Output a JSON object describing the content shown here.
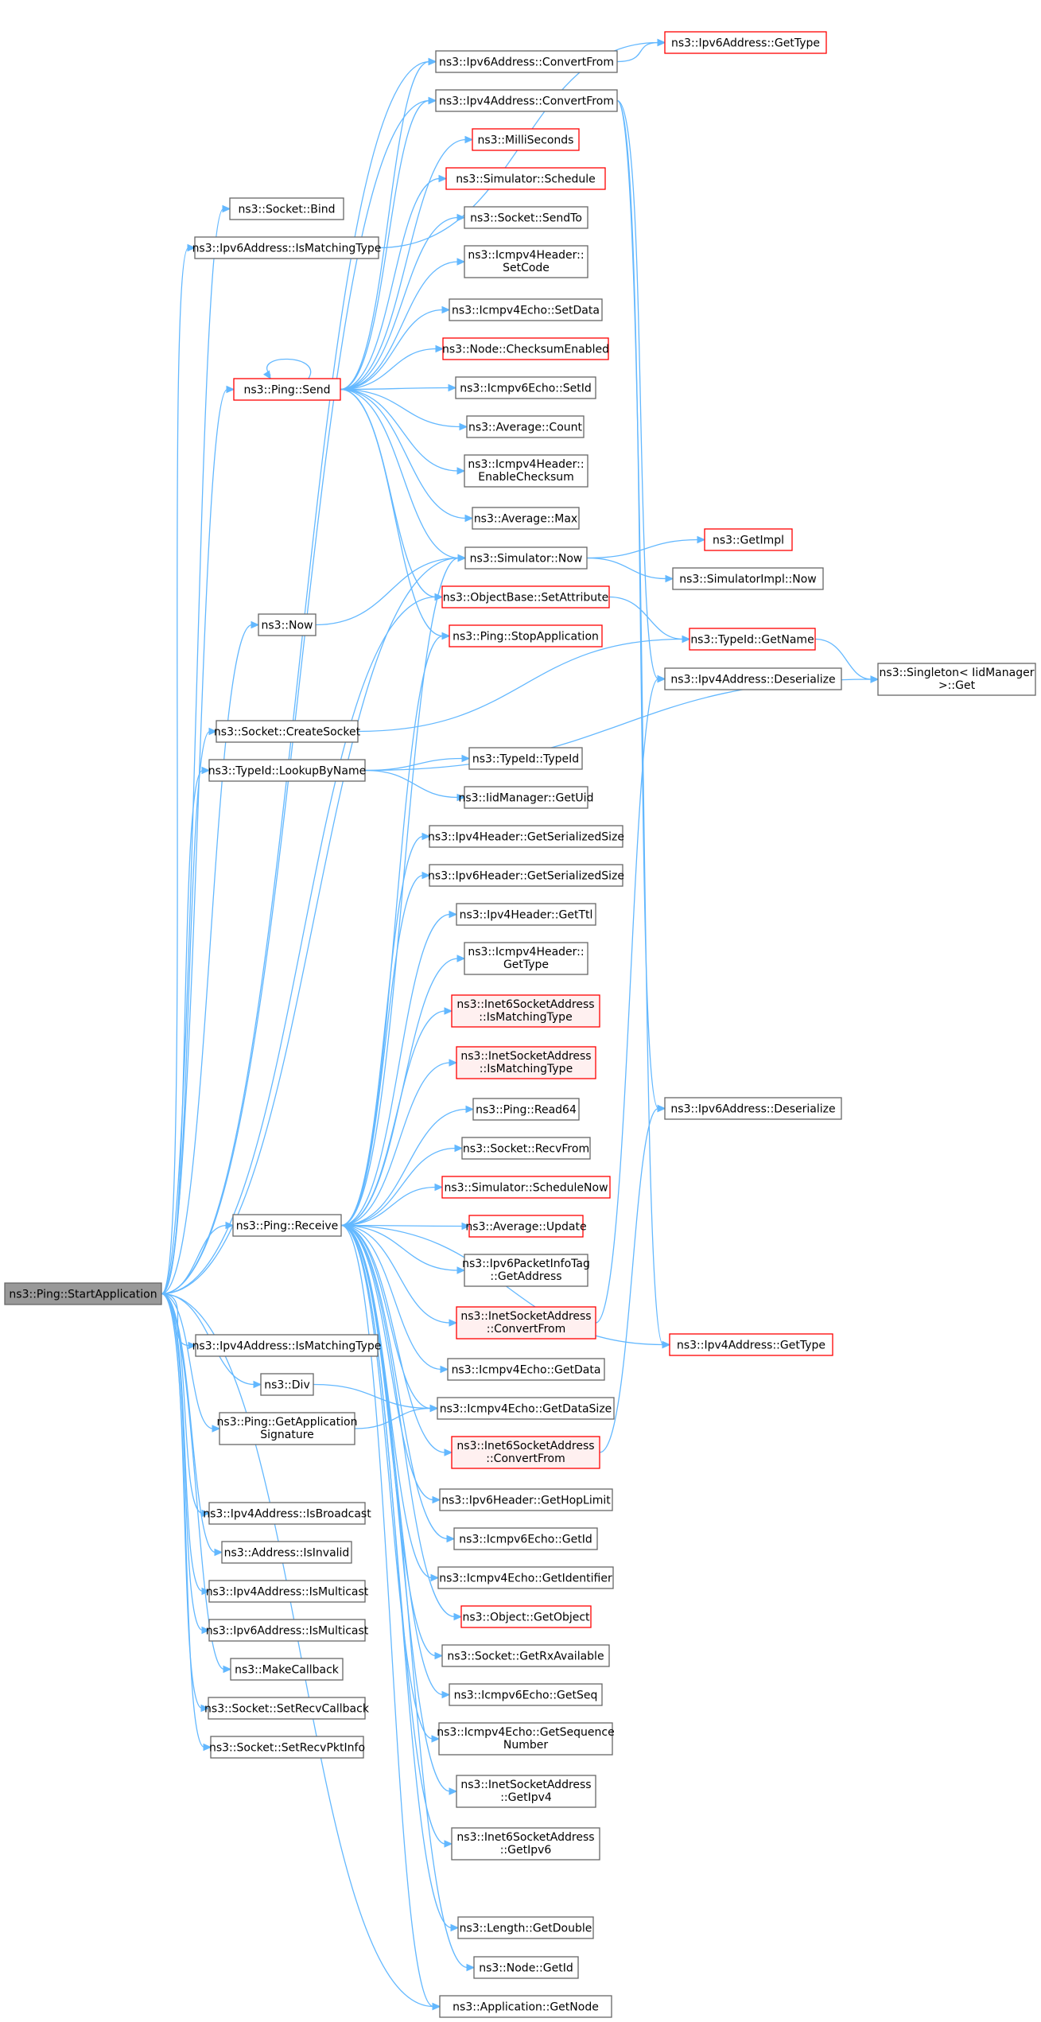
{
  "colors": {
    "edge": "#63b8ff",
    "box_fill": "#ffffff",
    "box_stroke": "#666666",
    "box_stroke_red": "#ff0000",
    "box_fill_pink": "#fff0f0",
    "root_fill": "#999999",
    "root_stroke": "#666666"
  },
  "nodes": [
    {
      "id": "root",
      "lines": [
        "ns3::Ping::StartApplication"
      ],
      "style": "root"
    },
    {
      "id": "socket_bind",
      "lines": [
        "ns3::Socket::Bind"
      ],
      "style": "normal"
    },
    {
      "id": "ipv6addr_ismatch",
      "lines": [
        "ns3::Ipv6Address::IsMatchingType"
      ],
      "style": "normal"
    },
    {
      "id": "ping_send",
      "lines": [
        "ns3::Ping::Send"
      ],
      "style": "red"
    },
    {
      "id": "ns3_now",
      "lines": [
        "ns3::Now"
      ],
      "style": "normal"
    },
    {
      "id": "socket_create",
      "lines": [
        "ns3::Socket::CreateSocket"
      ],
      "style": "normal"
    },
    {
      "id": "typeid_lookup",
      "lines": [
        "ns3::TypeId::LookupByName"
      ],
      "style": "normal"
    },
    {
      "id": "ping_receive",
      "lines": [
        "ns3::Ping::Receive"
      ],
      "style": "normal"
    },
    {
      "id": "ipv4addr_ismatch",
      "lines": [
        "ns3::Ipv4Address::IsMatchingType"
      ],
      "style": "normal"
    },
    {
      "id": "ns3_div",
      "lines": [
        "ns3::Div"
      ],
      "style": "normal"
    },
    {
      "id": "ping_getappsig",
      "lines": [
        "ns3::Ping::GetApplication",
        "Signature"
      ],
      "style": "normal"
    },
    {
      "id": "ipv4addr_isbroadcast",
      "lines": [
        "ns3::Ipv4Address::IsBroadcast"
      ],
      "style": "normal"
    },
    {
      "id": "address_isinvalid",
      "lines": [
        "ns3::Address::IsInvalid"
      ],
      "style": "normal"
    },
    {
      "id": "ipv4addr_ismulticast",
      "lines": [
        "ns3::Ipv4Address::IsMulticast"
      ],
      "style": "normal"
    },
    {
      "id": "ipv6addr_ismulticast",
      "lines": [
        "ns3::Ipv6Address::IsMulticast"
      ],
      "style": "normal"
    },
    {
      "id": "make_callback",
      "lines": [
        "ns3::MakeCallback"
      ],
      "style": "normal"
    },
    {
      "id": "socket_setrecvcb",
      "lines": [
        "ns3::Socket::SetRecvCallback"
      ],
      "style": "normal"
    },
    {
      "id": "socket_setrecvpkt",
      "lines": [
        "ns3::Socket::SetRecvPktInfo"
      ],
      "style": "normal"
    },
    {
      "id": "ipv6addr_convertfrom",
      "lines": [
        "ns3::Ipv6Address::ConvertFrom"
      ],
      "style": "normal"
    },
    {
      "id": "ipv4addr_convertfrom",
      "lines": [
        "ns3::Ipv4Address::ConvertFrom"
      ],
      "style": "normal"
    },
    {
      "id": "milliseconds",
      "lines": [
        "ns3::MilliSeconds"
      ],
      "style": "red"
    },
    {
      "id": "sim_schedule",
      "lines": [
        "ns3::Simulator::Schedule"
      ],
      "style": "red"
    },
    {
      "id": "socket_sendto",
      "lines": [
        "ns3::Socket::SendTo"
      ],
      "style": "normal"
    },
    {
      "id": "icmpv4hdr_setcode",
      "lines": [
        "ns3::Icmpv4Header::",
        "SetCode"
      ],
      "style": "normal"
    },
    {
      "id": "icmpv4echo_setdata",
      "lines": [
        "ns3::Icmpv4Echo::SetData"
      ],
      "style": "normal"
    },
    {
      "id": "node_checksum",
      "lines": [
        "ns3::Node::ChecksumEnabled"
      ],
      "style": "red"
    },
    {
      "id": "icmpv6echo_setid",
      "lines": [
        "ns3::Icmpv6Echo::SetId"
      ],
      "style": "normal"
    },
    {
      "id": "average_count",
      "lines": [
        "ns3::Average::Count"
      ],
      "style": "normal"
    },
    {
      "id": "icmpv4hdr_enablechk",
      "lines": [
        "ns3::Icmpv4Header::",
        "EnableChecksum"
      ],
      "style": "normal"
    },
    {
      "id": "average_max",
      "lines": [
        "ns3::Average::Max"
      ],
      "style": "normal"
    },
    {
      "id": "sim_now",
      "lines": [
        "ns3::Simulator::Now"
      ],
      "style": "normal"
    },
    {
      "id": "objbase_setattr",
      "lines": [
        "ns3::ObjectBase::SetAttribute"
      ],
      "style": "red"
    },
    {
      "id": "ping_stopapp",
      "lines": [
        "ns3::Ping::StopApplication"
      ],
      "style": "red"
    },
    {
      "id": "typeid_typeid",
      "lines": [
        "ns3::TypeId::TypeId"
      ],
      "style": "normal"
    },
    {
      "id": "iidmgr_getuid",
      "lines": [
        "ns3::IidManager::GetUid"
      ],
      "style": "normal"
    },
    {
      "id": "ipv4hdr_getsersize",
      "lines": [
        "ns3::Ipv4Header::GetSerializedSize"
      ],
      "style": "normal"
    },
    {
      "id": "ipv6hdr_getsersize",
      "lines": [
        "ns3::Ipv6Header::GetSerializedSize"
      ],
      "style": "normal"
    },
    {
      "id": "ipv4hdr_getttl",
      "lines": [
        "ns3::Ipv4Header::GetTtl"
      ],
      "style": "normal"
    },
    {
      "id": "icmpv4hdr_gettype",
      "lines": [
        "ns3::Icmpv4Header::",
        "GetType"
      ],
      "style": "normal"
    },
    {
      "id": "inet6sock_ismatch",
      "lines": [
        "ns3::Inet6SocketAddress",
        "::IsMatchingType"
      ],
      "style": "pink"
    },
    {
      "id": "inetsock_ismatch",
      "lines": [
        "ns3::InetSocketAddress",
        "::IsMatchingType"
      ],
      "style": "pink"
    },
    {
      "id": "ping_read64",
      "lines": [
        "ns3::Ping::Read64"
      ],
      "style": "normal"
    },
    {
      "id": "socket_recvfrom",
      "lines": [
        "ns3::Socket::RecvFrom"
      ],
      "style": "normal"
    },
    {
      "id": "sim_schedulenow",
      "lines": [
        "ns3::Simulator::ScheduleNow"
      ],
      "style": "red"
    },
    {
      "id": "average_update",
      "lines": [
        "ns3::Average::Update"
      ],
      "style": "red"
    },
    {
      "id": "ipv6pkt_getaddr",
      "lines": [
        "ns3::Ipv6PacketInfoTag",
        "::GetAddress"
      ],
      "style": "normal"
    },
    {
      "id": "inetsock_convertfrom",
      "lines": [
        "ns3::InetSocketAddress",
        "::ConvertFrom"
      ],
      "style": "pink"
    },
    {
      "id": "icmpv4echo_getdata",
      "lines": [
        "ns3::Icmpv4Echo::GetData"
      ],
      "style": "normal"
    },
    {
      "id": "icmpv4echo_getdatasize",
      "lines": [
        "ns3::Icmpv4Echo::GetDataSize"
      ],
      "style": "normal"
    },
    {
      "id": "inet6sock_convertfrom",
      "lines": [
        "ns3::Inet6SocketAddress",
        "::ConvertFrom"
      ],
      "style": "pink"
    },
    {
      "id": "ipv6hdr_gethoplimit",
      "lines": [
        "ns3::Ipv6Header::GetHopLimit"
      ],
      "style": "normal"
    },
    {
      "id": "icmpv6echo_getid",
      "lines": [
        "ns3::Icmpv6Echo::GetId"
      ],
      "style": "normal"
    },
    {
      "id": "icmpv4echo_getident",
      "lines": [
        "ns3::Icmpv4Echo::GetIdentifier"
      ],
      "style": "normal"
    },
    {
      "id": "object_getobject",
      "lines": [
        "ns3::Object::GetObject"
      ],
      "style": "red"
    },
    {
      "id": "socket_getrxavail",
      "lines": [
        "ns3::Socket::GetRxAvailable"
      ],
      "style": "normal"
    },
    {
      "id": "icmpv6echo_getseq",
      "lines": [
        "ns3::Icmpv6Echo::GetSeq"
      ],
      "style": "normal"
    },
    {
      "id": "icmpv4echo_getseqnum",
      "lines": [
        "ns3::Icmpv4Echo::GetSequence",
        "Number"
      ],
      "style": "normal"
    },
    {
      "id": "inetsock_getipv4",
      "lines": [
        "ns3::InetSocketAddress",
        "::GetIpv4"
      ],
      "style": "normal"
    },
    {
      "id": "inet6sock_getipv6",
      "lines": [
        "ns3::Inet6SocketAddress",
        "::GetIpv6"
      ],
      "style": "normal"
    },
    {
      "id": "length_getdouble",
      "lines": [
        "ns3::Length::GetDouble"
      ],
      "style": "normal"
    },
    {
      "id": "node_getid",
      "lines": [
        "ns3::Node::GetId"
      ],
      "style": "normal"
    },
    {
      "id": "app_getnode",
      "lines": [
        "ns3::Application::GetNode"
      ],
      "style": "normal"
    },
    {
      "id": "ipv6addr_gettype",
      "lines": [
        "ns3::Ipv6Address::GetType"
      ],
      "style": "red"
    },
    {
      "id": "getimpl",
      "lines": [
        "ns3::GetImpl"
      ],
      "style": "red"
    },
    {
      "id": "simimpl_now",
      "lines": [
        "ns3::SimulatorImpl::Now"
      ],
      "style": "normal"
    },
    {
      "id": "typeid_getname",
      "lines": [
        "ns3::TypeId::GetName"
      ],
      "style": "red"
    },
    {
      "id": "ipv4addr_deserialize",
      "lines": [
        "ns3::Ipv4Address::Deserialize"
      ],
      "style": "normal"
    },
    {
      "id": "ipv6addr_deserialize",
      "lines": [
        "ns3::Ipv6Address::Deserialize"
      ],
      "style": "normal"
    },
    {
      "id": "ipv4addr_gettype",
      "lines": [
        "ns3::Ipv4Address::GetType"
      ],
      "style": "red"
    },
    {
      "id": "singleton_get",
      "lines": [
        "ns3::Singleton< IidManager",
        " >::Get"
      ],
      "style": "normal"
    }
  ],
  "edges": [
    [
      "root",
      "socket_bind"
    ],
    [
      "root",
      "ipv6addr_ismatch"
    ],
    [
      "root",
      "ping_send"
    ],
    [
      "root",
      "ns3_now"
    ],
    [
      "root",
      "socket_create"
    ],
    [
      "root",
      "typeid_lookup"
    ],
    [
      "root",
      "ping_receive"
    ],
    [
      "root",
      "ipv4addr_ismatch"
    ],
    [
      "root",
      "ns3_div"
    ],
    [
      "root",
      "ping_getappsig"
    ],
    [
      "root",
      "ipv4addr_isbroadcast"
    ],
    [
      "root",
      "address_isinvalid"
    ],
    [
      "root",
      "ipv4addr_ismulticast"
    ],
    [
      "root",
      "ipv6addr_ismulticast"
    ],
    [
      "root",
      "make_callback"
    ],
    [
      "root",
      "socket_setrecvcb"
    ],
    [
      "root",
      "socket_setrecvpkt"
    ],
    [
      "root",
      "ipv6addr_convertfrom"
    ],
    [
      "root",
      "ipv4addr_convertfrom"
    ],
    [
      "root",
      "sim_now"
    ],
    [
      "root",
      "objbase_setattr"
    ],
    [
      "root",
      "app_getnode"
    ],
    [
      "ping_send",
      "ping_send"
    ],
    [
      "ping_send",
      "ipv6addr_convertfrom"
    ],
    [
      "ping_send",
      "ipv4addr_convertfrom"
    ],
    [
      "ping_send",
      "milliseconds"
    ],
    [
      "ping_send",
      "sim_schedule"
    ],
    [
      "ping_send",
      "socket_sendto"
    ],
    [
      "ping_send",
      "icmpv4hdr_setcode"
    ],
    [
      "ping_send",
      "icmpv4echo_setdata"
    ],
    [
      "ping_send",
      "node_checksum"
    ],
    [
      "ping_send",
      "icmpv6echo_setid"
    ],
    [
      "ping_send",
      "average_count"
    ],
    [
      "ping_send",
      "icmpv4hdr_enablechk"
    ],
    [
      "ping_send",
      "average_max"
    ],
    [
      "ping_send",
      "sim_now"
    ],
    [
      "ping_send",
      "objbase_setattr"
    ],
    [
      "ping_send",
      "ping_stopapp"
    ],
    [
      "ns3_now",
      "sim_now"
    ],
    [
      "socket_create",
      "typeid_getname"
    ],
    [
      "typeid_lookup",
      "typeid_typeid"
    ],
    [
      "typeid_lookup",
      "iidmgr_getuid"
    ],
    [
      "typeid_lookup",
      "singleton_get"
    ],
    [
      "ping_receive",
      "ping_stopapp"
    ],
    [
      "ping_receive",
      "sim_now"
    ],
    [
      "ping_receive",
      "ipv4hdr_getsersize"
    ],
    [
      "ping_receive",
      "ipv6hdr_getsersize"
    ],
    [
      "ping_receive",
      "ipv4hdr_getttl"
    ],
    [
      "ping_receive",
      "icmpv4hdr_gettype"
    ],
    [
      "ping_receive",
      "inet6sock_ismatch"
    ],
    [
      "ping_receive",
      "inetsock_ismatch"
    ],
    [
      "ping_receive",
      "ping_read64"
    ],
    [
      "ping_receive",
      "socket_recvfrom"
    ],
    [
      "ping_receive",
      "sim_schedulenow"
    ],
    [
      "ping_receive",
      "average_update"
    ],
    [
      "ping_receive",
      "ipv6pkt_getaddr"
    ],
    [
      "ping_receive",
      "inetsock_convertfrom"
    ],
    [
      "ping_receive",
      "icmpv4echo_getdata"
    ],
    [
      "ping_receive",
      "icmpv4echo_getdatasize"
    ],
    [
      "ping_receive",
      "inet6sock_convertfrom"
    ],
    [
      "ping_receive",
      "ipv6hdr_gethoplimit"
    ],
    [
      "ping_receive",
      "icmpv6echo_getid"
    ],
    [
      "ping_receive",
      "icmpv4echo_getident"
    ],
    [
      "ping_receive",
      "object_getobject"
    ],
    [
      "ping_receive",
      "socket_getrxavail"
    ],
    [
      "ping_receive",
      "icmpv6echo_getseq"
    ],
    [
      "ping_receive",
      "icmpv4echo_getseqnum"
    ],
    [
      "ping_receive",
      "inetsock_getipv4"
    ],
    [
      "ping_receive",
      "inet6sock_getipv6"
    ],
    [
      "ping_receive",
      "length_getdouble"
    ],
    [
      "ping_receive",
      "node_getid"
    ],
    [
      "ping_receive",
      "app_getnode"
    ],
    [
      "ping_receive",
      "ipv4addr_gettype"
    ],
    [
      "ns3_div",
      "icmpv4echo_getdatasize"
    ],
    [
      "ping_getappsig",
      "icmpv4echo_getdatasize"
    ],
    [
      "ipv6addr_convertfrom",
      "ipv6addr_gettype"
    ],
    [
      "ipv4addr_convertfrom",
      "ipv4addr_deserialize"
    ],
    [
      "ipv4addr_convertfrom",
      "ipv6addr_deserialize"
    ],
    [
      "ipv4addr_convertfrom",
      "ipv4addr_gettype"
    ],
    [
      "sim_now",
      "getimpl"
    ],
    [
      "sim_now",
      "simimpl_now"
    ],
    [
      "objbase_setattr",
      "typeid_getname"
    ],
    [
      "typeid_getname",
      "singleton_get"
    ],
    [
      "inetsock_convertfrom",
      "ipv4addr_deserialize"
    ],
    [
      "inet6sock_convertfrom",
      "ipv6addr_deserialize"
    ],
    [
      "ipv6addr_ismatch",
      "ipv6addr_gettype"
    ]
  ]
}
